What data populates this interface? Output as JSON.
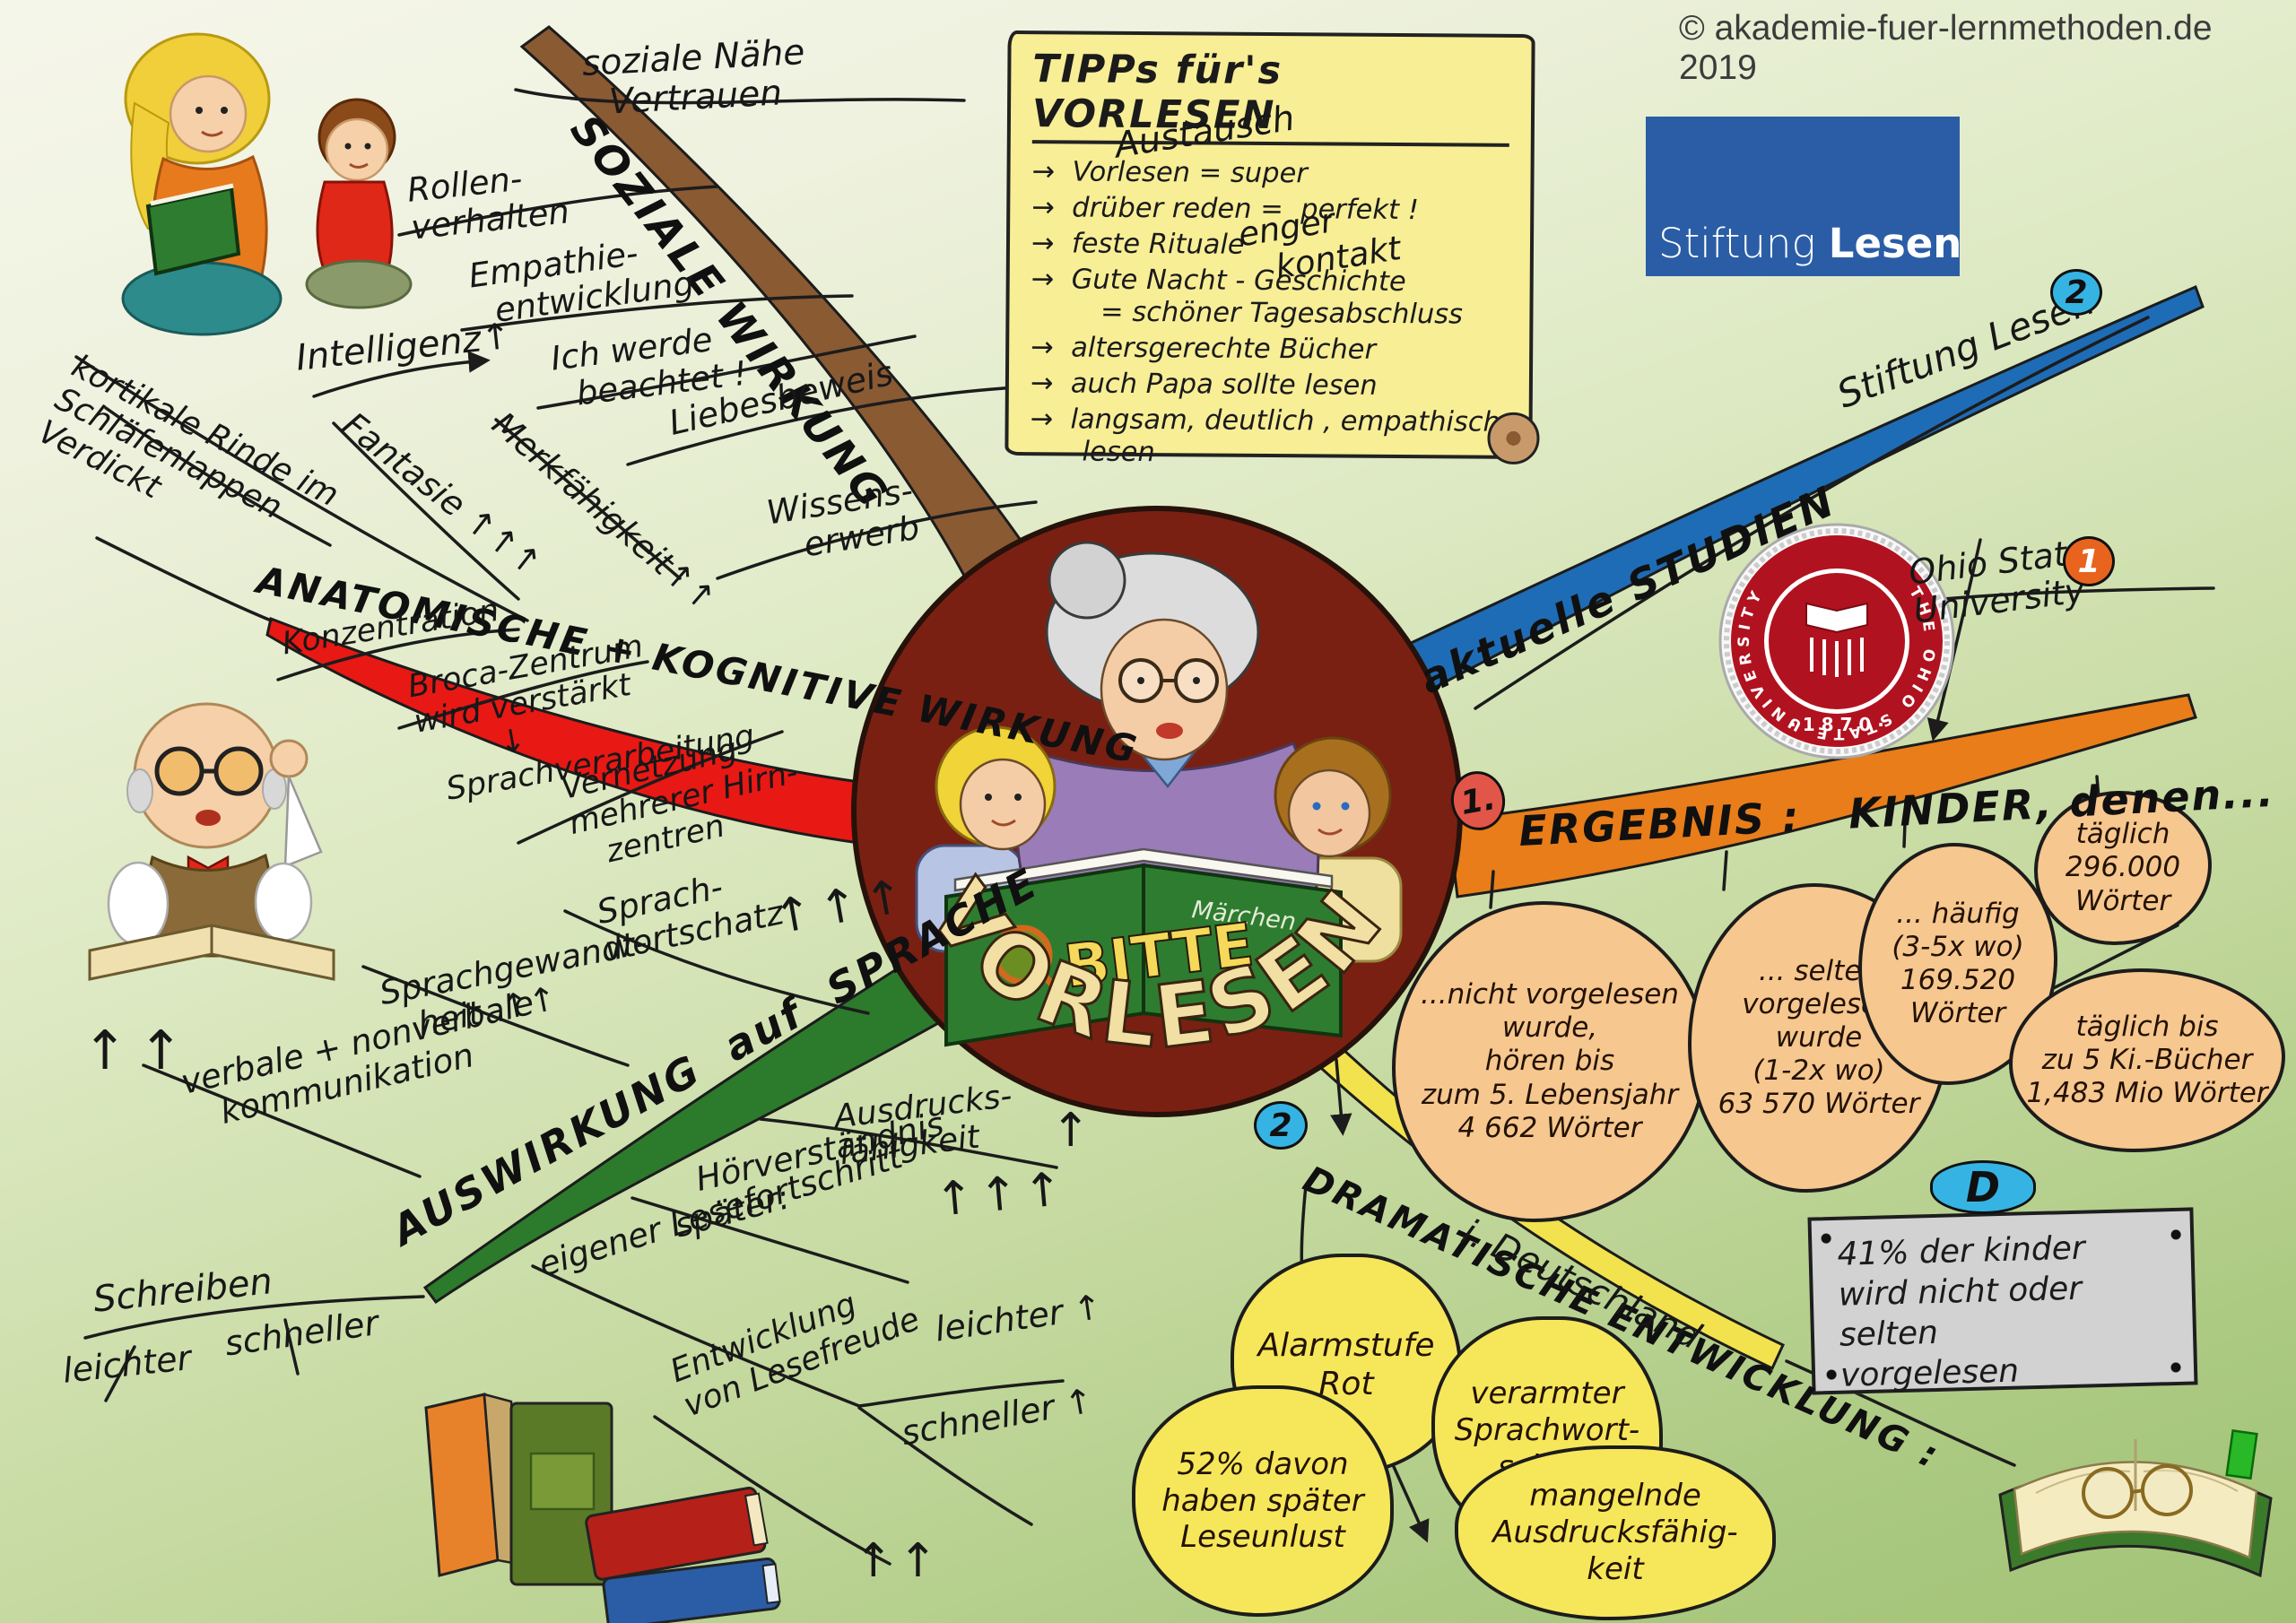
{
  "meta": {
    "copyright": "© akademie-fuer-lernmethoden.de 2019"
  },
  "colors": {
    "branch_social": "#8a5a33",
    "branch_anatomic": "#e81814",
    "branch_language": "#2c7a2c",
    "branch_dramatic": "#f2e24e",
    "branch_result": "#e87d1a",
    "branch_studies": "#1e6cb5",
    "center_circle": "#7a2013",
    "cloud_orange": "#f6c78e",
    "cloud_yellow": "#f6e75a",
    "badge_blue": "#35b4e4",
    "badge_orange": "#e8641e",
    "badge_salmon": "#e25549",
    "scroll_yellow": "#f8ee96",
    "logo_blue": "#2a5da5",
    "seal_red": "#b1121f"
  },
  "center": {
    "bitte": "BITTE",
    "vorlesen": "VORLESEN",
    "book_title": "Märchen"
  },
  "tips": {
    "title": "TIPPs  für's  VORLESEN",
    "items": [
      "→  Vorlesen = super",
      "→  drüber reden =  perfekt !",
      "→  feste Rituale",
      "→  Gute Nacht - Geschichte\n        = schöner Tagesabschluss",
      "→  altersgerechte Bücher",
      "→  auch Papa sollte lesen",
      "→  langsam, deutlich , empathisch\n      lesen"
    ]
  },
  "social": {
    "title": "SOZIALE WIRKUNG",
    "soziale_naehe": "soziale Nähe\nVertrauen",
    "austausch": "Austausch",
    "rollenverhalten": "Rollen-\nverhalten",
    "enger_kontakt": "enger\n   kontakt",
    "empathie": "Empathie-\n  entwicklung",
    "ich_werde": "Ich werde\n  beachtet !",
    "liebesbeweis": "Liebesbeweis",
    "wissenserwerb": "Wissens-\n   erwerb"
  },
  "anatomic": {
    "title": "ANATOMISCHE + KOGNITIVE WIRKUNG",
    "kortikale": "kortikale Rinde im\nSchläfenlappen\nVerdickt",
    "intelligenz": "Intelligenz↑",
    "fantasie": "Fantasie ↑↑↑",
    "merkfaehigkeit": "Merkfähigkeit↑↑",
    "konzentration": "Konzentration",
    "broca": "Broca-Zentrum\nwird verstärkt\n        ↓\n  Sprachverarbeitung",
    "vernetzung": "Vernetzung\nmehrerer Hirn-\n   zentren"
  },
  "language": {
    "title": "AUSWIRKUNG  auf  SPRACHE",
    "sprachwortschatz": "Sprach-\nwortschatz",
    "sprachwortschatz_arrows": "↑↑↑",
    "sprachgewandtheit": "Sprachgewandt-\n   heit  ↑↑",
    "verbale": "verbale + nonverbale\n   kommunikation",
    "verbale_arrows": "↑↑",
    "schreiben": "Schreiben",
    "leichter": "leichter",
    "schneller": "schneller",
    "ausdruck": "Ausdrucks-\nfähigkeit",
    "ausdruck_arrow": "↑",
    "hoerverstaendnis": "Hörverständnis",
    "hoer_arrows": "↑↑↑",
    "spaeter": "später:",
    "lesefortschritt": "eigener Lesefortschritt",
    "leichter2": "leichter ↑",
    "schneller2": "schneller ↑",
    "lesefreude": "Entwicklung\nvon Lesefreude",
    "lesefreude_arrows": "↑↑"
  },
  "studies": {
    "title": "aktuelle STUDIEN",
    "stiftung_label": "Stiftung Lesen",
    "badge2": "2",
    "ohio_label": "Ohio State\nUniversity",
    "badge1": "1",
    "seal": {
      "ring": "THE OHIO STATE UNIVERSITY",
      "year": "· 1 8 7 0 ·"
    }
  },
  "logo": {
    "word1": "Stiftung",
    "word2": "Lesen"
  },
  "result": {
    "badge": "1.",
    "title": "ERGEBNIS :   KINDER, denen...",
    "clouds": [
      "...nicht vorgelesen\nwurde,\nhören bis\nzum 5. Lebensjahr\n4 662 Wörter",
      "... selten\nvorgelesen\nwurde\n(1-2x wo)\n63 570 Wörter",
      "... häufig\n(3-5x wo)\n169.520\nWörter",
      "täglich\n296.000\nWörter",
      "täglich bis\nzu 5 Ki.-Bücher\n1,483 Mio Wörter"
    ]
  },
  "dramatic": {
    "badge": "2",
    "title": "DRAMATISCHE ENTWICKLUNG :",
    "subtitle": "i. Deutschland",
    "alarm": "Alarmstufe\nRot",
    "pct52": "52% davon\nhaben später\nLeseunlust",
    "verarmter": "verarmter\nSprachwort-\nschatz",
    "mangelnde": "mangelnde\nAusdrucksfähig-\nkeit",
    "d_badge": "D",
    "plaque": "41% der kinder\nwird nicht oder selten\nvorgelesen"
  }
}
